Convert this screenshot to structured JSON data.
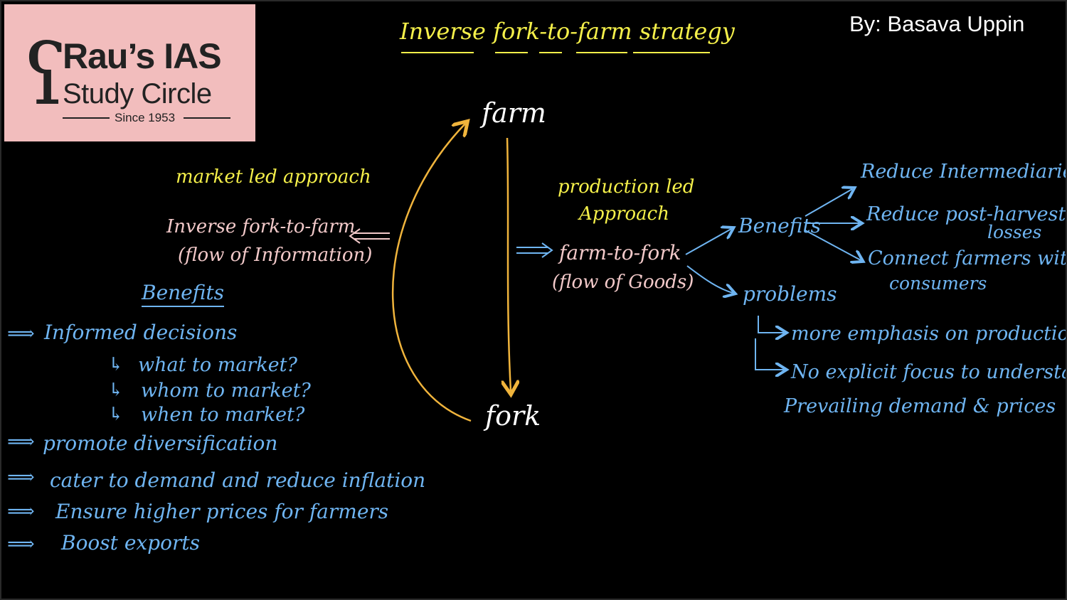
{
  "logo": {
    "name_line1": "Rau’s IAS",
    "name_line2": "Study Circle",
    "since": "Since 1953",
    "bg_color": "#f2bdbd"
  },
  "author": "By: Basava Uppin",
  "title": "Inverse fork-to-farm strategy",
  "nodes": {
    "farm": "farm",
    "fork": "fork"
  },
  "left": {
    "approach": "market led approach",
    "concept_line1": "Inverse fork-to-farm",
    "concept_line2": "(flow of Information)",
    "benefits_heading": "Benefits",
    "benefits": [
      "Informed decisions",
      "what to market?",
      "whom to market?",
      "when to market?",
      "promote diversification",
      "cater to demand and reduce inflation",
      "Ensure higher prices for farmers",
      "Boost exports"
    ]
  },
  "right": {
    "approach_line1": "production led",
    "approach_line2": "Approach",
    "concept_line1": "farm-to-fork",
    "concept_line2": "(flow of Goods)",
    "benefits_label": "Benefits",
    "benefits": [
      "Reduce Intermediaries",
      "Reduce post-harvest",
      "losses",
      "Connect farmers with",
      "consumers"
    ],
    "problems_label": "problems",
    "problems": [
      "more emphasis on production",
      "No explicit focus to understand",
      "Prevailing demand & prices"
    ]
  },
  "colors": {
    "title": "#f5f04a",
    "approach": "#f5f04a",
    "concept_left": "#f2c9c9",
    "concept_right": "#f2c9c9",
    "nodes": "#ffffff",
    "list": "#6fb5f2",
    "cycle": "#f0b43c"
  }
}
